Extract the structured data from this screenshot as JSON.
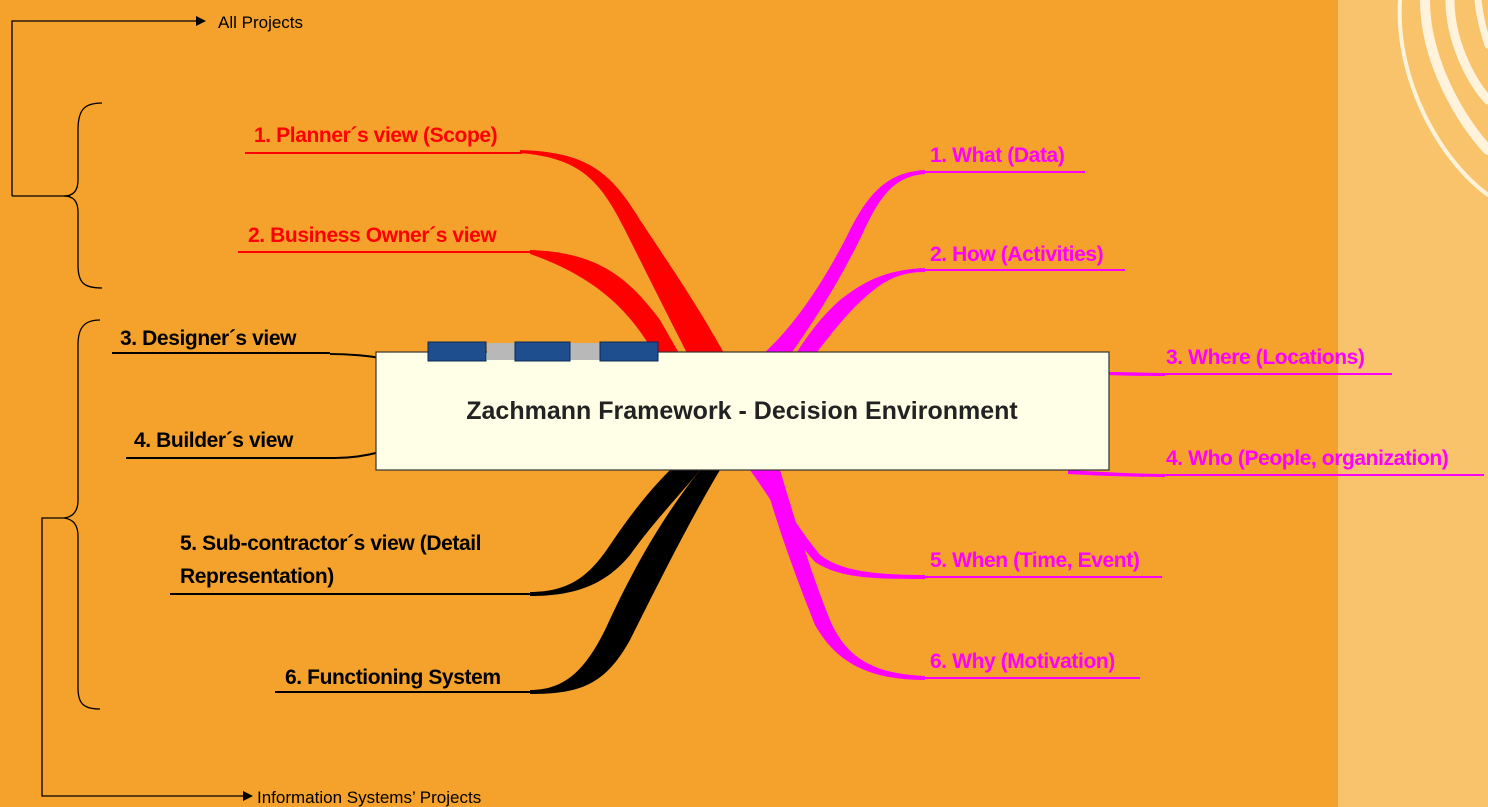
{
  "diagram": {
    "title": "Zachmann Framework - Decision Environment",
    "brackets": {
      "top_label": "All Projects",
      "bottom_label": "Information Systems’ Projects"
    },
    "views": [
      {
        "lines": [
          "1. Planner´s view (Scope)"
        ],
        "color": "#FF0000"
      },
      {
        "lines": [
          "2. Business Owner´s view"
        ],
        "color": "#FF0000"
      },
      {
        "lines": [
          "3. Designer´s view"
        ],
        "color": "#000000"
      },
      {
        "lines": [
          "4. Builder´s  view"
        ],
        "color": "#000000"
      },
      {
        "lines": [
          "5. Sub-contractor´s  view (Detail",
          "Representation)"
        ],
        "color": "#000000"
      },
      {
        "lines": [
          "6. Functioning System"
        ],
        "color": "#000000"
      }
    ],
    "questions": [
      {
        "label": "1. What (Data)",
        "color": "#FF00FF"
      },
      {
        "label": "2. How (Activities)",
        "color": "#FF00FF"
      },
      {
        "label": "3. Where (Locations)",
        "color": "#FF00FF"
      },
      {
        "label": "4. Who (People, organization)",
        "color": "#FF00FF"
      },
      {
        "label": "5. When (Time, Event)",
        "color": "#FF00FF"
      },
      {
        "label": "6. Why (Motivation)",
        "color": "#FF00FF"
      }
    ],
    "colors": {
      "background": "#F4A22C",
      "side_panel": "#F9C36B",
      "central_box": "#FFFFE8",
      "connector_tabs": "#1F4E8F"
    }
  }
}
